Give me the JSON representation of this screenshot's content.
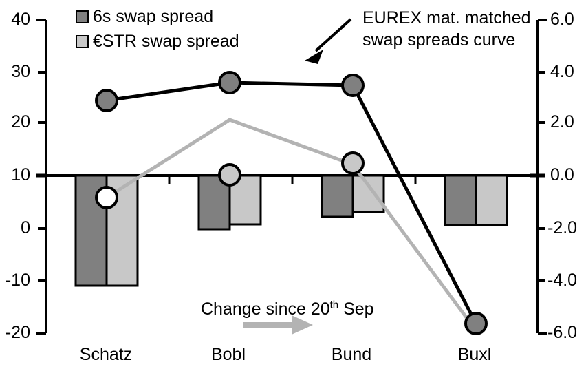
{
  "chart_data": {
    "type": "bar",
    "title": "",
    "xlabel": "",
    "ylabel": "",
    "categories": [
      "Schatz",
      "Bobl",
      "Bund",
      "Buxl"
    ],
    "series": [
      {
        "name": "6s swap spread",
        "type": "bar",
        "axis": "right",
        "color": "#808080",
        "values": [
          -4.05,
          -1.95,
          -1.5,
          -1.8
        ]
      },
      {
        "name": "€STR swap spread",
        "type": "bar",
        "axis": "right",
        "color": "#c8c8c8",
        "values": [
          -4.05,
          -1.85,
          -1.33,
          -1.8
        ]
      },
      {
        "name": "EUREX mat. matched swap spreads curve",
        "type": "line",
        "axis": "left",
        "color": "#000000",
        "marker_fill": "#808080",
        "values": [
          24.4,
          27.9,
          27.3,
          -18.2
        ]
      },
      {
        "name": "Change since 20th Sep",
        "type": "line",
        "axis": "left",
        "color": "#b3b3b3",
        "marker_fill": "#c8c8c8",
        "values": [
          6.1,
          10.6,
          12.6,
          -19.2
        ]
      }
    ],
    "left_axis": {
      "ticks": [
        "40",
        "30",
        "20",
        "10",
        "0",
        "-10",
        "-20"
      ],
      "values": [
        40,
        30,
        20,
        10,
        0,
        -10,
        -20
      ],
      "ylim": [
        -20,
        40
      ]
    },
    "right_axis": {
      "ticks": [
        "6.0",
        "4.0",
        "2.0",
        "0.0",
        "-2.0",
        "-4.0",
        "-6.0"
      ],
      "values": [
        6.0,
        4.0,
        2.0,
        0.0,
        -2.0,
        -4.0,
        -6.0
      ],
      "ylim": [
        -6.0,
        6.0
      ]
    },
    "grid": false,
    "legend_position": "top-left",
    "annotations": [
      {
        "name": "curve-callout",
        "line1": "EUREX mat. matched",
        "line2": "swap spreads curve"
      },
      {
        "name": "change-callout",
        "prefix": "Change since 20",
        "superscript": "th",
        "suffix": " Sep"
      }
    ]
  },
  "legend": {
    "items": [
      {
        "label": "6s swap spread",
        "color": "#808080"
      },
      {
        "label": "€STR swap spread",
        "color": "#c8c8c8"
      }
    ]
  },
  "left_axis_labels": [
    "40",
    "30",
    "20",
    "10",
    "0",
    "-10",
    "-20"
  ],
  "right_axis_labels": [
    "6.0",
    "4.0",
    "2.0",
    "0.0",
    "-2.0",
    "-4.0",
    "-6.0"
  ],
  "category_labels": [
    "Schatz",
    "Bobl",
    "Bund",
    "Buxl"
  ],
  "callout_curve": {
    "line1": "EUREX mat. matched",
    "line2": "swap spreads curve"
  },
  "callout_change": {
    "prefix": "Change since 20",
    "superscript": "th",
    "suffix": " Sep"
  },
  "colors": {
    "series_6s": "#808080",
    "series_estr": "#c8c8c8",
    "curve_black": "#000000",
    "curve_gray": "#b3b3b3",
    "axis": "#000000"
  }
}
